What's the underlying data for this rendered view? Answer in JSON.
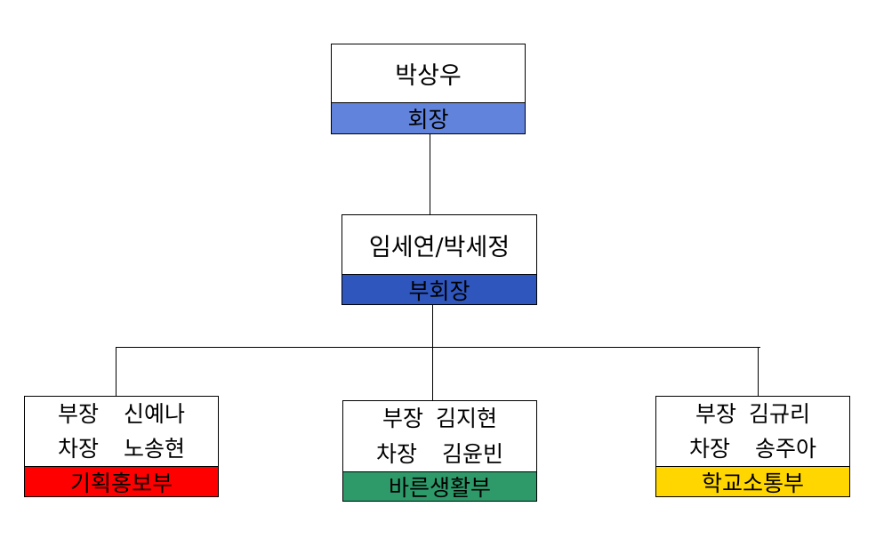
{
  "president": {
    "name": "박상우",
    "role": "회장",
    "color": "#6283db"
  },
  "vice_president": {
    "name": "임세연/박세정",
    "role": "부회장",
    "color": "#2f56bd"
  },
  "departments": [
    {
      "head_title": "부장",
      "head_name": "신예나",
      "deputy_title": "차장",
      "deputy_name": "노송현",
      "name": "기획홍보부",
      "color": "#ff0000"
    },
    {
      "head_title": "부장",
      "head_name": "김지현",
      "deputy_title": "차장",
      "deputy_name": "김윤빈",
      "name": "바른생활부",
      "color": "#2e9a6a"
    },
    {
      "head_title": "부장",
      "head_name": "김규리",
      "deputy_title": "차장",
      "deputy_name": "송주아",
      "name": "학교소통부",
      "color": "#ffd600"
    }
  ]
}
